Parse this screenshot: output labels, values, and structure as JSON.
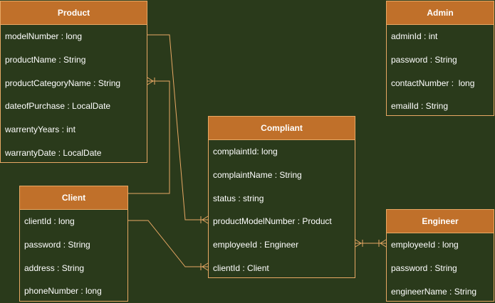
{
  "entities": {
    "product": {
      "title": "Product",
      "attributes": [
        "modelNumber : long",
        "productName : String",
        "productCategoryName : String",
        "dateofPurchase : LocalDate",
        "warrentyYears : int",
        "warrantyDate : LocalDate"
      ]
    },
    "admin": {
      "title": "Admin",
      "attributes": [
        "adminId : int",
        "password : String",
        "contactNumber :  long",
        "emailId : String"
      ]
    },
    "compliant": {
      "title": "Compliant",
      "attributes": [
        "complaintId: long",
        "complaintName : String",
        "status : string",
        "productModelNumber : Product",
        "employeeId : Engineer",
        "clientId : Client"
      ]
    },
    "client": {
      "title": "Client",
      "attributes": [
        "clientId : long",
        "password : String",
        "address : String",
        "phoneNumber : long"
      ]
    },
    "engineer": {
      "title": "Engineer",
      "attributes": [
        "employeeId : long",
        "password : String",
        "engineerName : String"
      ]
    }
  },
  "colors": {
    "background": "#2a3a1b",
    "header_fill": "#c0702a",
    "border": "#e8a864",
    "text": "#ffffff"
  }
}
